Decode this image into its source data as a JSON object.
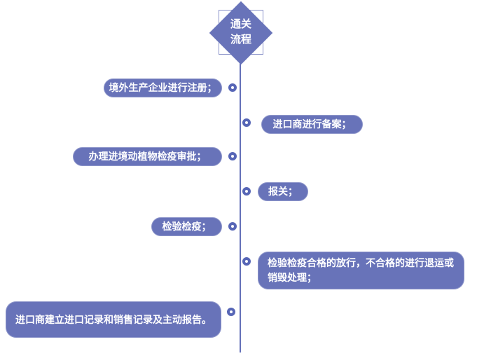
{
  "page": {
    "background": "#ffffff"
  },
  "colors": {
    "node_fill": "#6873b9",
    "spine_line": "#6470b8",
    "marker_ring": "#5766b6",
    "marker_hole": "#ffffff",
    "square_outline": "#8a92c9",
    "text": "#ffffff"
  },
  "header": {
    "title_line1": "通关",
    "title_line2": "流程"
  },
  "icons": {
    "title_shape": "diamond-icon",
    "node_shape": "donut-circle-icon"
  },
  "timeline": {
    "steps": [
      {
        "label": "境外生产企业进行注册；",
        "side": "left"
      },
      {
        "label": "进口商进行备案；",
        "side": "right"
      },
      {
        "label": "办理进境动植物检疫审批；",
        "side": "left"
      },
      {
        "label": "报关；",
        "side": "right"
      },
      {
        "label": "检验检疫；",
        "side": "left"
      },
      {
        "label": "检验检疫合格的放行，不合格的进行退运或销毁处理；",
        "side": "right"
      },
      {
        "label": "进口商建立进口记录和销售记录及主动报告。",
        "side": "left"
      }
    ]
  }
}
